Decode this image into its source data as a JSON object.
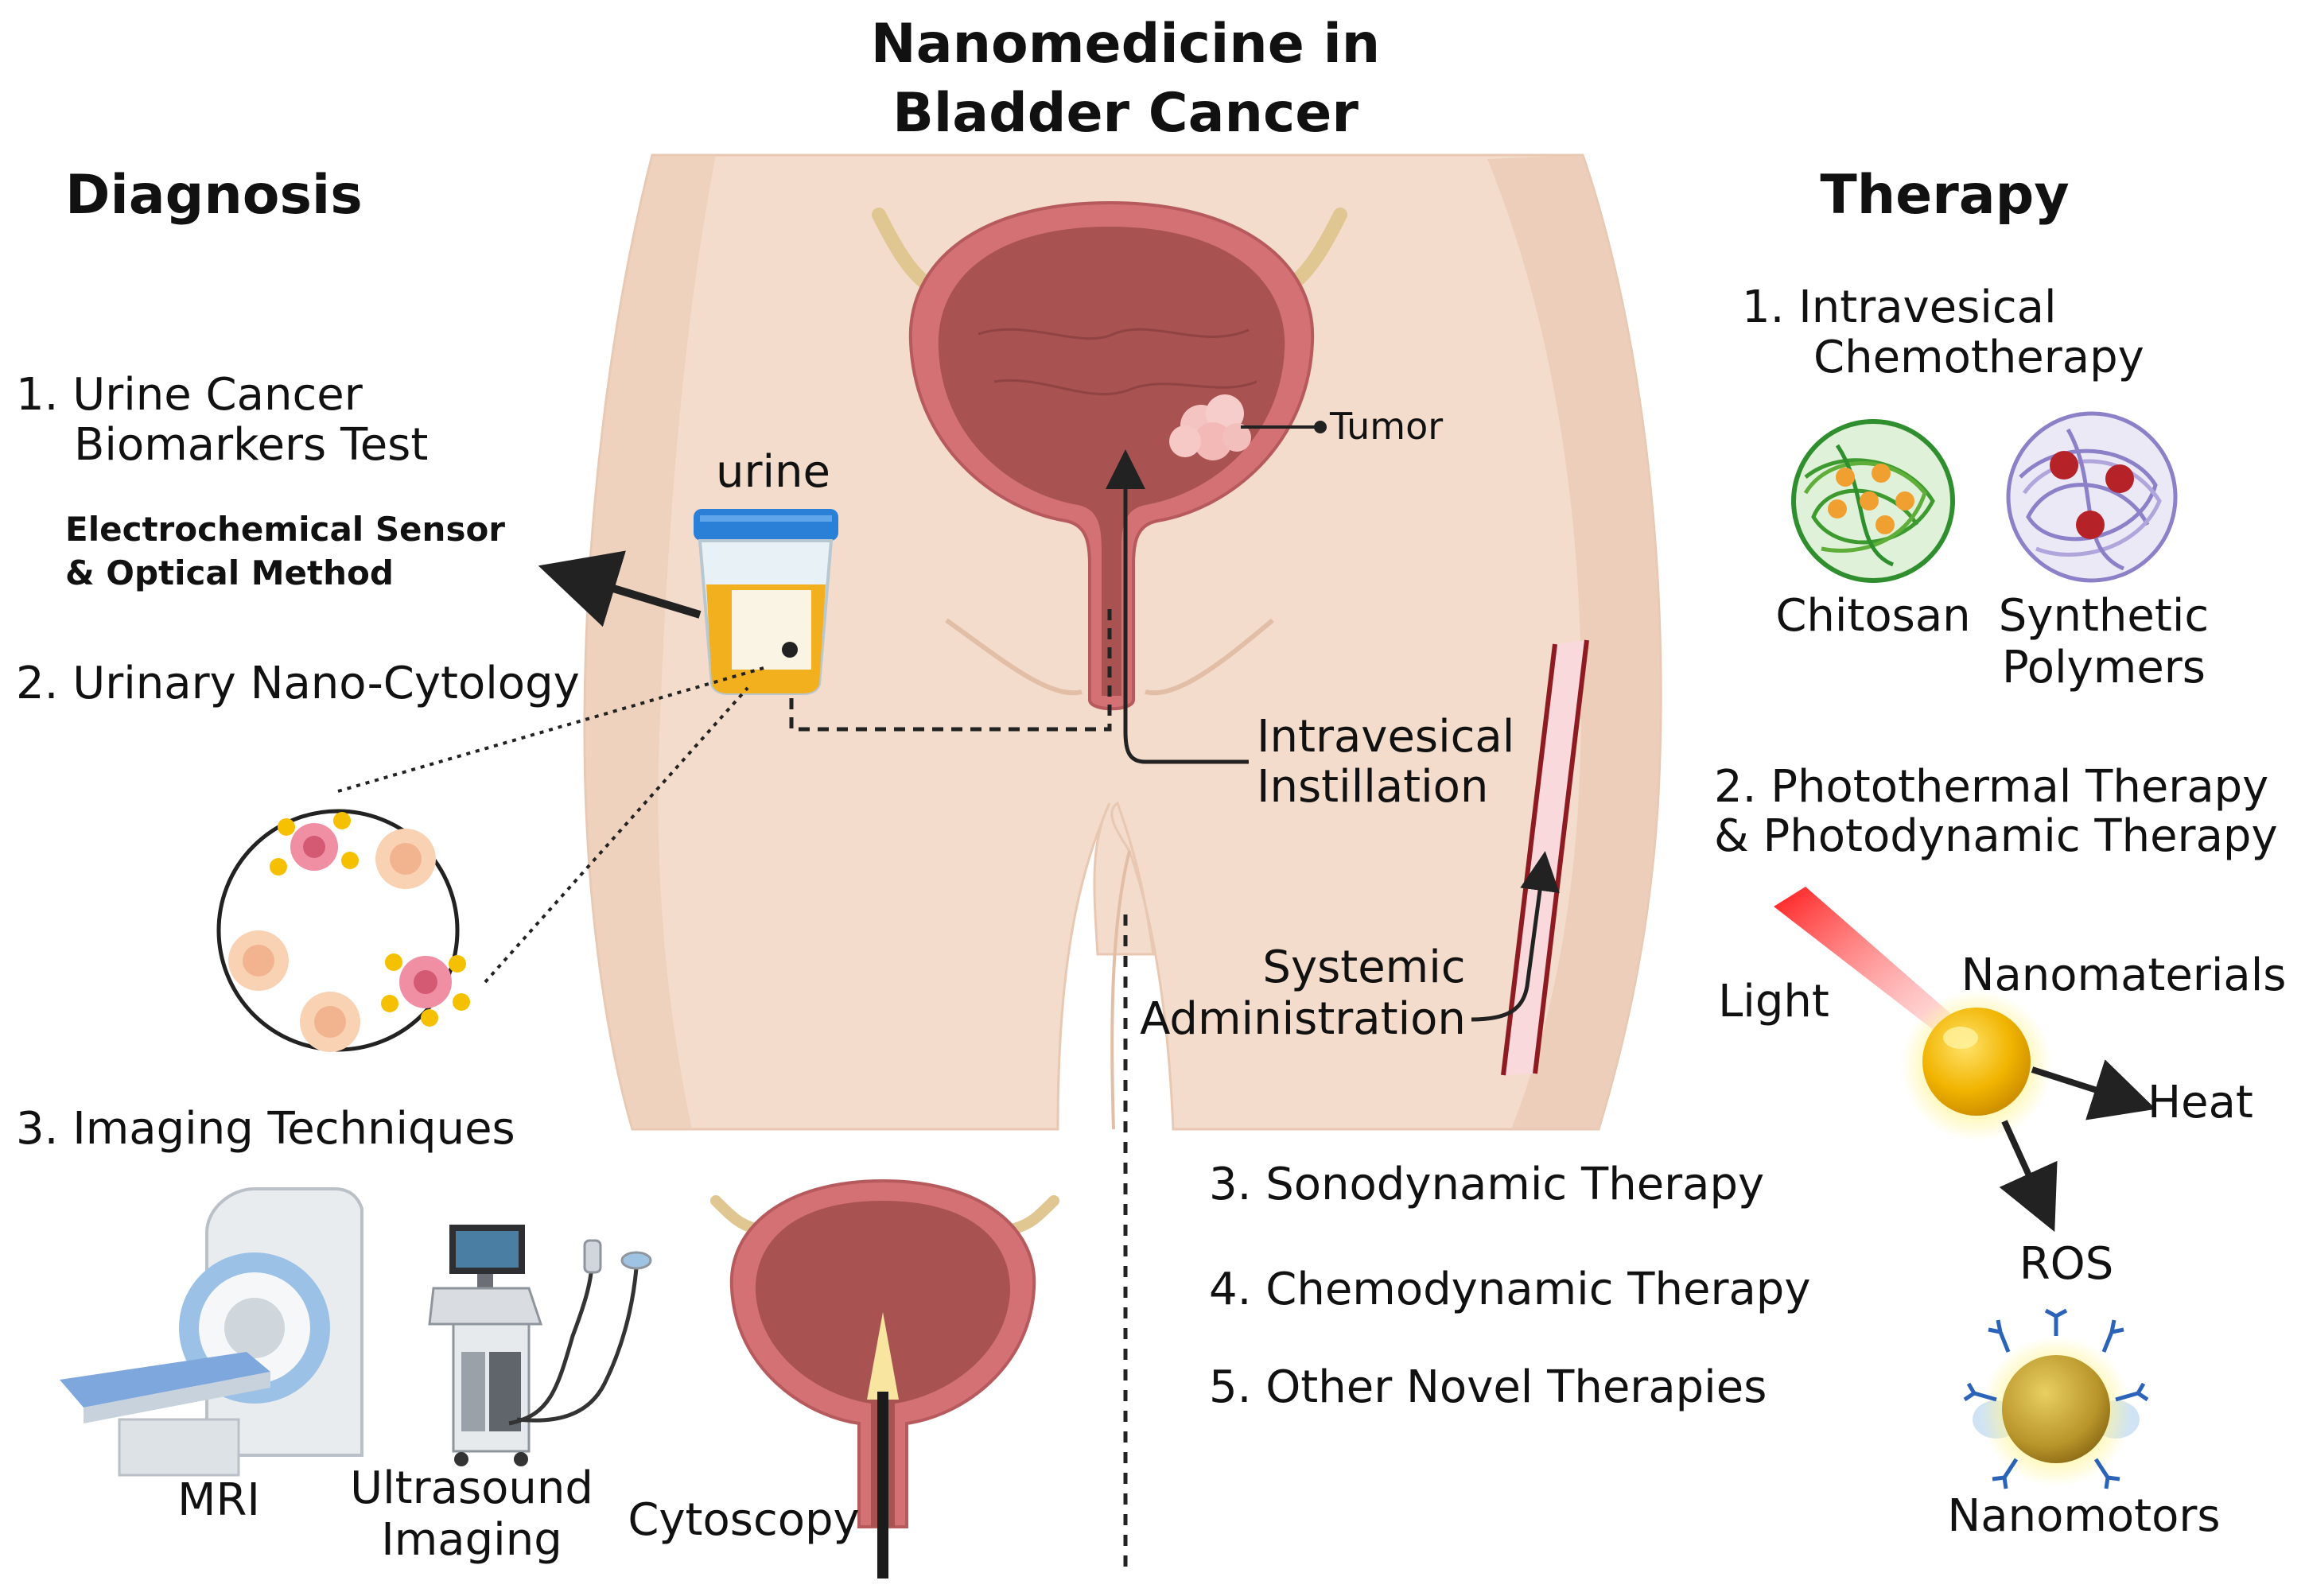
{
  "title": {
    "line1": "Nanomedicine in",
    "line2": "Bladder Cancer"
  },
  "diagnosis": {
    "heading": "Diagnosis",
    "item1_line1": "1.  Urine Cancer",
    "item1_line2": "Biomarkers Test",
    "methods_line1": "Electrochemical Sensor",
    "methods_line2": "& Optical Method",
    "item2": "2. Urinary Nano-Cytology",
    "item3": "3. Imaging Techniques",
    "urine_label": "urine",
    "mri_label": "MRI",
    "ultrasound_line1": "Ultrasound",
    "ultrasound_line2": "Imaging",
    "cytoscopy_label": "Cytoscopy"
  },
  "center": {
    "tumor_label": "Tumor",
    "instillation_line1": "Intravesical",
    "instillation_line2": "Instillation",
    "systemic_line1": "Systemic",
    "systemic_line2": "Administration"
  },
  "therapy": {
    "heading": "Therapy",
    "item1_line1": "1.  Intravesical",
    "item1_line2": "Chemotherapy",
    "chitosan_label": "Chitosan",
    "synthetic_line1": "Synthetic",
    "synthetic_line2": "Polymers",
    "item2_line1": "2. Photothermal Therapy",
    "item2_line2": "& Photodynamic Therapy",
    "light_label": "Light",
    "nanomaterials_label": "Nanomaterials",
    "heat_label": "Heat",
    "ros_label": "ROS",
    "item3": "3. Sonodynamic Therapy",
    "item4": "4. Chemodynamic Therapy",
    "item5": "5. Other Novel Therapies",
    "nanomotors_label": "Nanomotors"
  },
  "colors": {
    "skin": "#f2d9c7",
    "skin_shadow": "#e7c6b0",
    "bladder_wall": "#cf6f72",
    "bladder_inner": "#a6504f",
    "gold": "#f1b400",
    "urine": "#f2b01e",
    "cap_blue": "#2a7fd6"
  }
}
